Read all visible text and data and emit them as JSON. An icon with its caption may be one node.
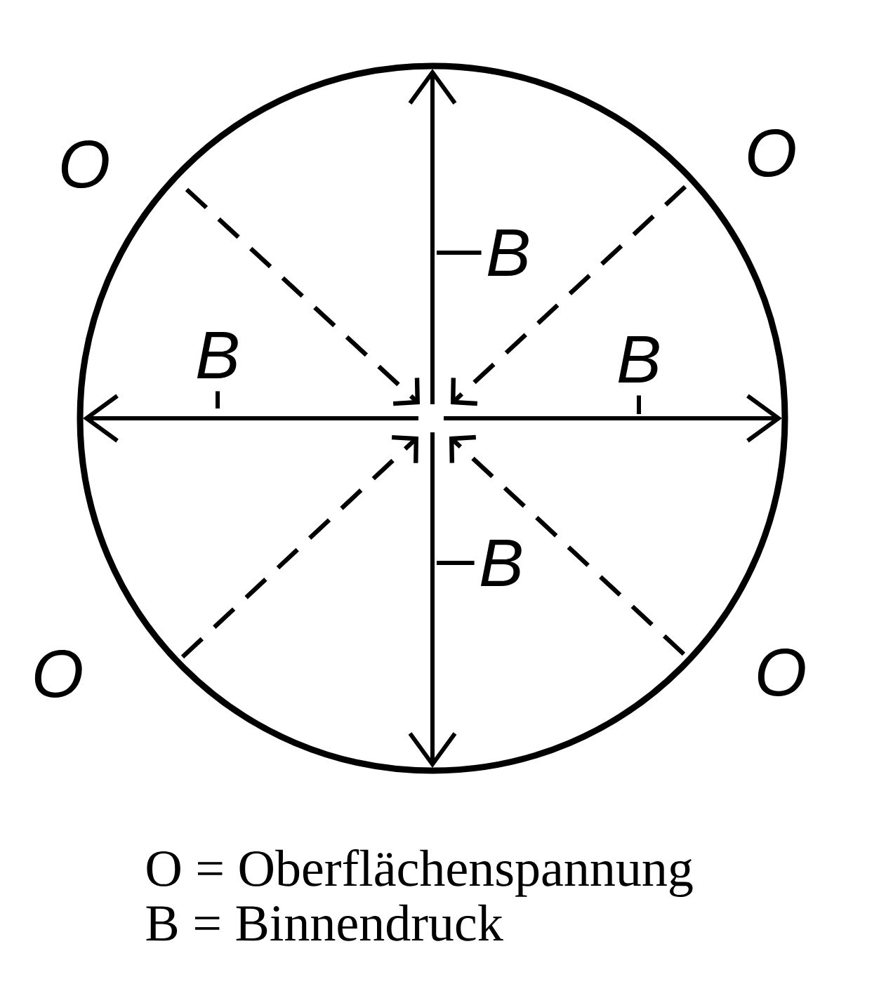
{
  "diagram": {
    "nodes": [
      {
        "text": [],
        "shape": "circle"
      },
      {
        "text": [
          "B"
        ],
        "in": 0
      },
      {
        "text": [
          "B"
        ],
        "in": 0
      },
      {
        "text": [
          "B"
        ],
        "in": 0
      },
      {
        "text": [
          "B"
        ],
        "in": 0
      }
    ],
    "edges": [
      {
        "from": 1,
        "to": null,
        "arrow": "none"
      },
      {
        "from": 2,
        "to": null,
        "arrow": "none"
      },
      {
        "from": 3,
        "to": null,
        "arrow": "none"
      },
      {
        "from": 4,
        "to": null,
        "arrow": "none"
      }
    ],
    "labels": [
      "O",
      "O",
      "O",
      "O",
      "O = Oberflächenspannung",
      "B = Binnendruck"
    ]
  }
}
